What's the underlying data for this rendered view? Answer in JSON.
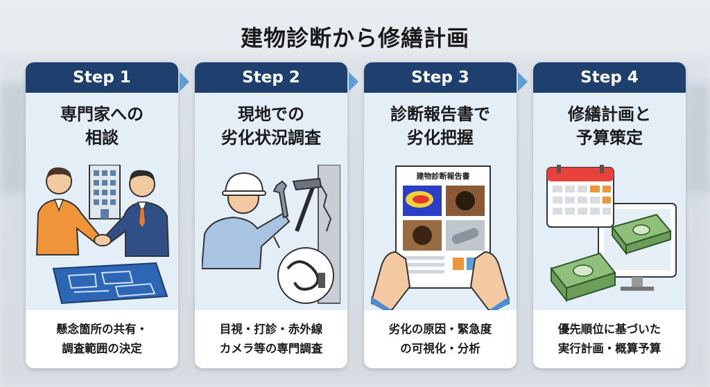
{
  "title": "建物診断から修繕計画",
  "steps": [
    {
      "label": "Step 1",
      "title": "専門家への\n相談",
      "desc": "懸念箇所の共有・\n調査範囲の決定"
    },
    {
      "label": "Step 2",
      "title": "現地での\n劣化状況調査",
      "desc": "目視・打診・赤外線\nカメラ等の専門調査"
    },
    {
      "label": "Step 3",
      "title": "診断報告書で\n劣化把握",
      "desc": "劣化の原因・緊急度\nの可視化・分析",
      "report_title": "建物診断報告書"
    },
    {
      "label": "Step 4",
      "title": "修繕計画と\n予算策定",
      "desc": "優先順位に基づいた\n実行計画・概算予算"
    }
  ],
  "colors": {
    "header": "#1f3f6e",
    "card": "#e3eef7",
    "arrow": "#5aa0d6"
  }
}
